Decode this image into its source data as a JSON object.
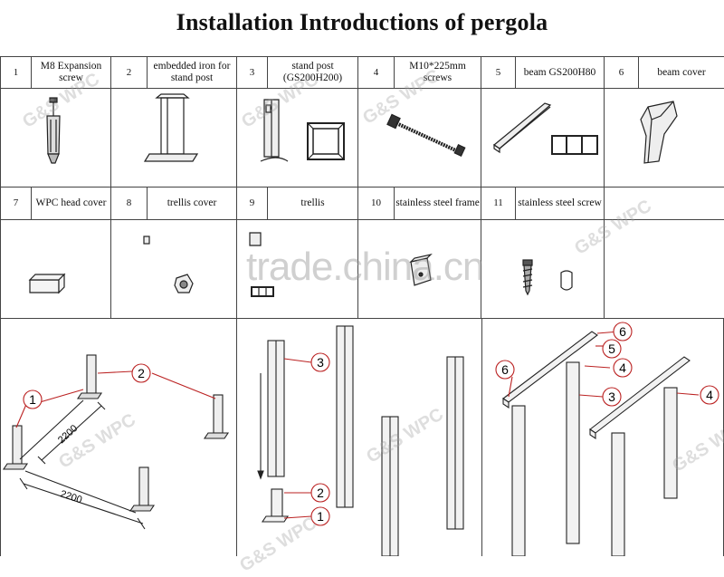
{
  "title": "Installation Introductions of pergola",
  "parts": [
    {
      "num": "1",
      "name": "M8 Expansion screw"
    },
    {
      "num": "2",
      "name": "embedded iron for stand post"
    },
    {
      "num": "3",
      "name": "stand post (GS200H200)"
    },
    {
      "num": "4",
      "name": "M10*225mm screws"
    },
    {
      "num": "5",
      "name": "beam GS200H80"
    },
    {
      "num": "6",
      "name": "beam cover"
    },
    {
      "num": "7",
      "name": "WPC head cover"
    },
    {
      "num": "8",
      "name": "trellis cover"
    },
    {
      "num": "9",
      "name": "trellis"
    },
    {
      "num": "10",
      "name": "stainless steel frame"
    },
    {
      "num": "11",
      "name": "stainless steel screw"
    }
  ],
  "assembly": {
    "step1": {
      "dim_a": "2200",
      "dim_b": "2200",
      "callout_1": "1",
      "callout_2": "2"
    },
    "step2": {
      "callout_3": "3",
      "callout_2": "2",
      "callout_1": "1"
    },
    "step3": {
      "callout_6a": "6",
      "callout_5": "5",
      "callout_4a": "4",
      "callout_3": "3",
      "callout_6b": "6",
      "callout_4b": "4"
    }
  },
  "watermarks": {
    "brand": "G&S WPC",
    "site": "trade.china.cn"
  }
}
